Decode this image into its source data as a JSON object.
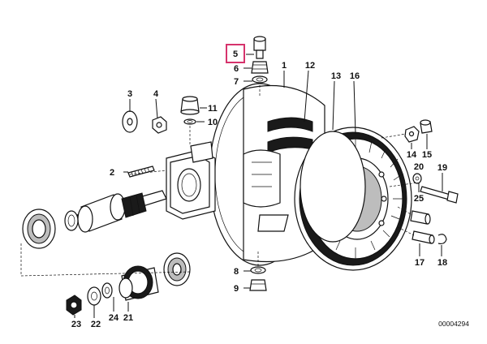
{
  "part_labels": {
    "p1": "1",
    "p2": "2",
    "p3": "3",
    "p4": "4",
    "p5": "5",
    "p6": "6",
    "p7": "7",
    "p8": "8",
    "p9": "9",
    "p10": "10",
    "p11": "11",
    "p12": "12",
    "p13": "13",
    "p14": "14",
    "p15": "15",
    "p16": "16",
    "p17": "17",
    "p18": "18",
    "p19": "19",
    "p20": "20",
    "p21": "21",
    "p22": "22",
    "p23": "23",
    "p24": "24",
    "p25": "25"
  },
  "highlighted_part": "5",
  "highlight_color": "#d6336c",
  "drawing_number": "00004294"
}
